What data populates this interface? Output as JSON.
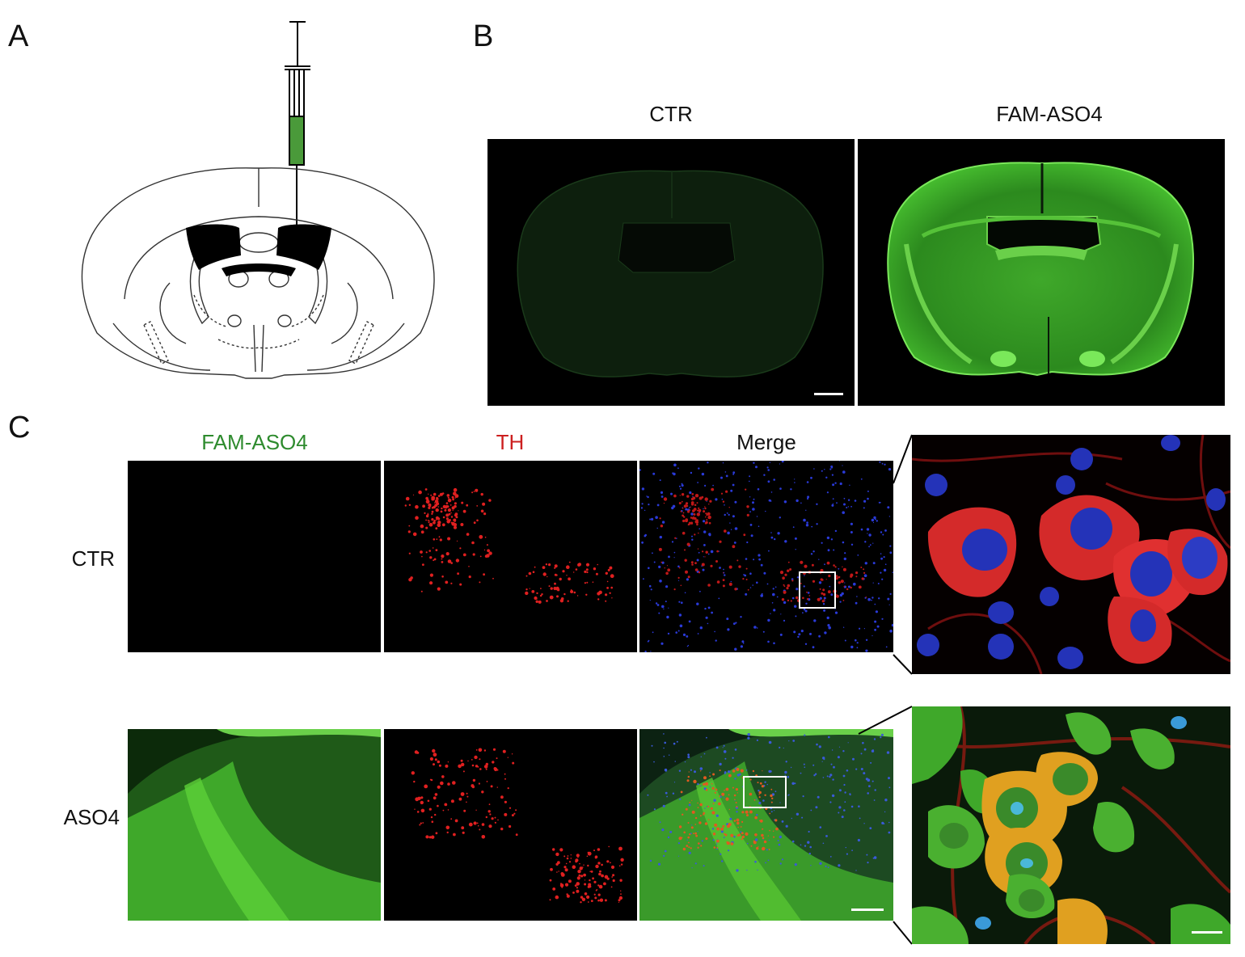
{
  "panels": {
    "a": {
      "letter": "A"
    },
    "b": {
      "letter": "B",
      "headers": [
        "CTR",
        "FAM-ASO4"
      ]
    },
    "c": {
      "letter": "C",
      "headers": [
        "FAM-ASO4",
        "TH",
        "Merge"
      ],
      "rows": [
        "CTR",
        "ASO4"
      ]
    }
  },
  "colors": {
    "fam_green": "#2e8b2e",
    "th_red": "#cc1f1f",
    "syringe_green": "#4a9a3a",
    "fluor_green": "#5cd038",
    "dapi_blue": "#2233cc"
  }
}
